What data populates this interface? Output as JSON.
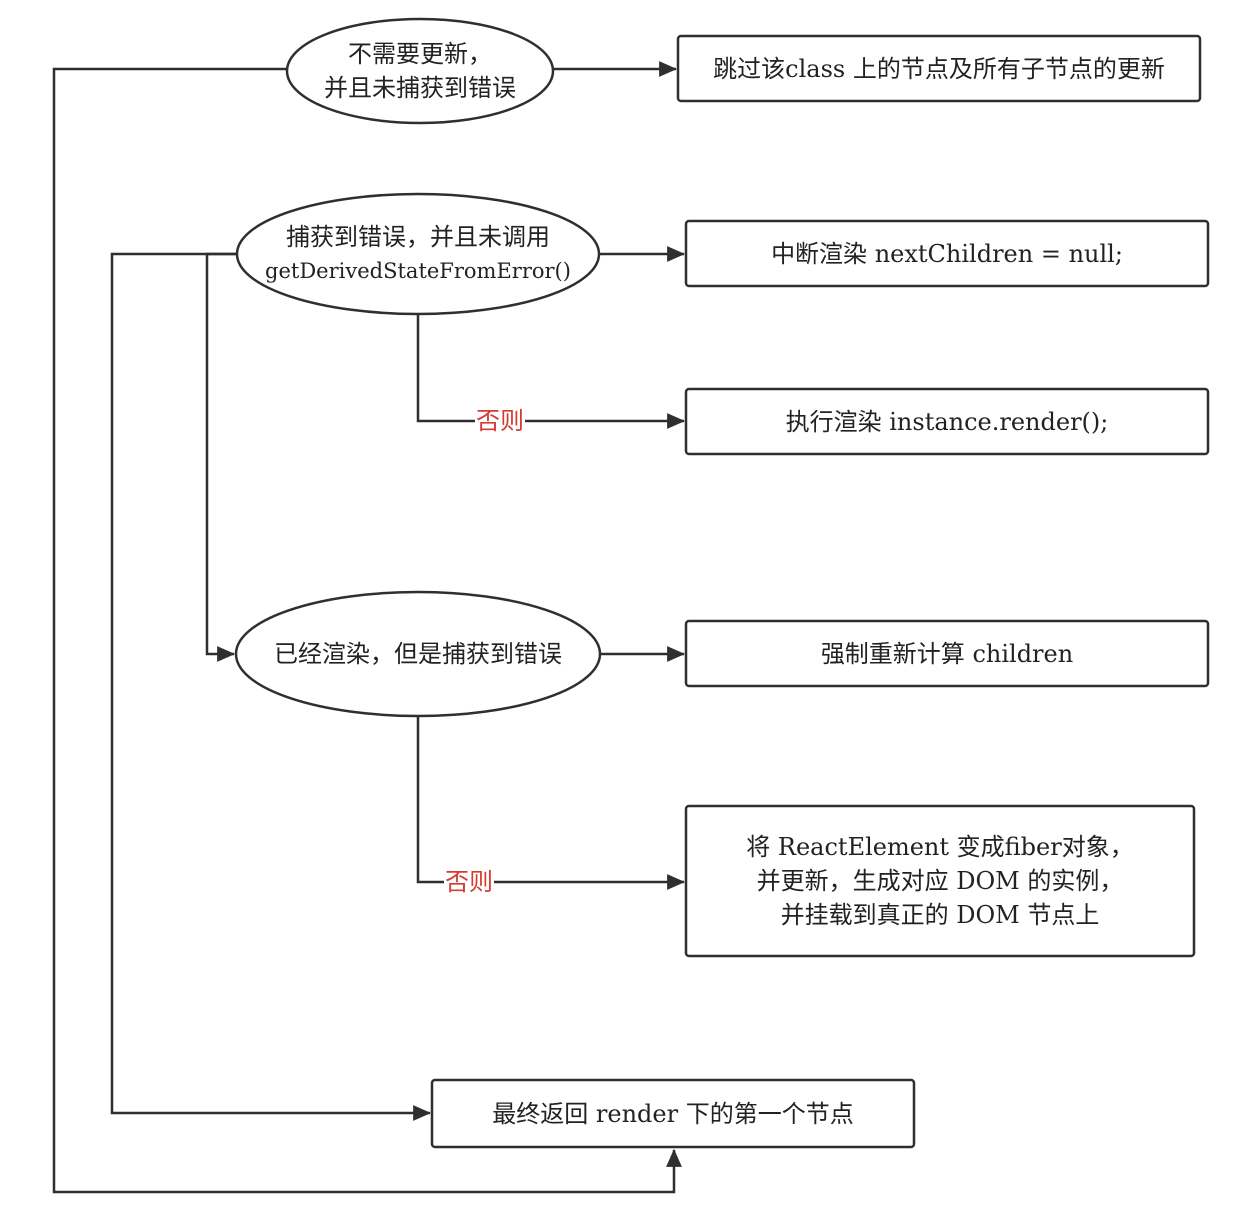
{
  "nodes": {
    "cond_no_update": {
      "lines": [
        "不需要更新，",
        "并且未捕获到错误"
      ]
    },
    "skip_update": {
      "text": "跳过该class 上的节点及所有子节点的更新"
    },
    "cond_error_no_gdsfe": {
      "lines": [
        "捕获到错误，并且未调用",
        "getDerivedStateFromError()"
      ]
    },
    "interrupt_render": {
      "text": "中断渲染 nextChildren = null;"
    },
    "execute_render": {
      "text": "执行渲染 instance.render();"
    },
    "cond_rendered_error": {
      "text": "已经渲染，但是捕获到错误"
    },
    "force_recompute": {
      "text": "强制重新计算 children"
    },
    "convert_to_fiber": {
      "lines": [
        "将 ReactElement 变成fiber对象，",
        "并更新，生成对应 DOM 的实例，",
        "并挂载到真正的 DOM 节点上"
      ]
    },
    "return_first_child": {
      "text": "最终返回 render 下的第一个节点"
    }
  },
  "edge_labels": {
    "otherwise_1": "否则",
    "otherwise_2": "否则"
  },
  "colors": {
    "stroke": "#2f2f2f",
    "text": "#222222",
    "label": "#d63a32"
  }
}
